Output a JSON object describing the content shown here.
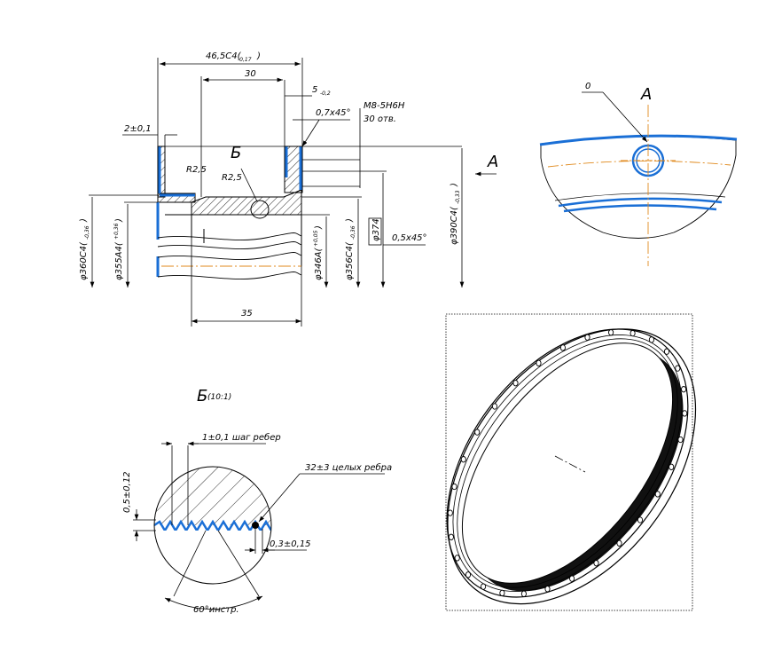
{
  "section_view": {
    "dims": {
      "total_width": "46,5C4(",
      "total_width_tol": "-0,17",
      "inner_width": "30",
      "rim_width": "5",
      "rim_width_tol": "-0,2",
      "chamfer_top": "0,7x45°",
      "wall": "2±0,1",
      "thread": "M8-5H6H",
      "thread_count": "30 отв.",
      "radius_1": "R2,5",
      "radius_2": "R2,5",
      "d360": "φ360C4(",
      "d360_tol": "-0,36",
      "d355": "φ355A4(",
      "d355_tol": "+0,36",
      "d346": "φ346A(",
      "d346_tol": "+0,05",
      "d356": "φ356C4(",
      "d356_tol": "-0,36",
      "d374": "φ374",
      "chamfer_bottom": "0,5x45°",
      "d390": "φ390C4(",
      "d390_tol": "-0,33",
      "bottom_len": "35"
    },
    "marker_b": "Б",
    "marker_a": "A"
  },
  "view_a": {
    "title": "A",
    "label_0": "0"
  },
  "detail_b": {
    "title": "Б",
    "scale": "(10:1)",
    "pitch": "1±0,1 шаг ребер",
    "height": "0,5±0,12",
    "ribs": "32±3 целых ребра",
    "radius": "0,3±0,15",
    "angle": "60°инстр."
  },
  "colors": {
    "outline": "#000000",
    "highlight": "#1a6fd6",
    "axis": "#e08a1e"
  }
}
